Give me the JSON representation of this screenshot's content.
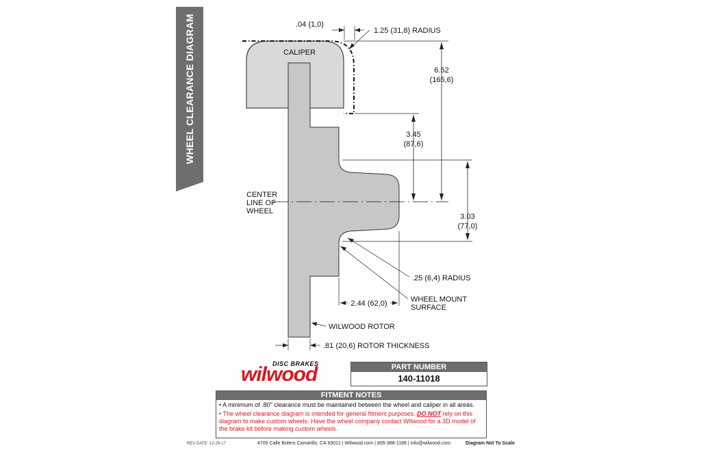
{
  "sidebar": {
    "title": "WHEEL CLEARANCE DIAGRAM"
  },
  "diagram": {
    "caliper_label": "CALIPER",
    "offset_label": ".04 (1,0)",
    "top_radius_label": "1.25 (31,8) RADIUS",
    "dim_total": {
      "in": "6.52",
      "mm": "(165,6)"
    },
    "dim_upper": {
      "in": "3.45",
      "mm": "(87,6)"
    },
    "dim_lower": {
      "in": "3.03",
      "mm": "(77,0)"
    },
    "centerline_label": [
      "CENTER",
      "LINE OF",
      "WHEEL"
    ],
    "small_radius_label": ".25 (6,4) RADIUS",
    "mount_width_label": "2.44 (62,0)",
    "mount_surface_label": [
      "WHEEL MOUNT",
      "SURFACE"
    ],
    "rotor_label": "WILWOOD ROTOR",
    "rotor_thickness_label": ".81 (20,6) ROTOR THICKNESS"
  },
  "logo": {
    "sub": "DISC BRAKES",
    "main": "wilwood"
  },
  "part": {
    "header": "PART NUMBER",
    "number": "140-11018"
  },
  "notes": {
    "header": "FITMENT NOTES",
    "note1": "• A minimum of .80\" clearance must be maintained between the wheel and caliper in all areas.",
    "note2_pre": "• The wheel clearance diagram is intended for general fitment purposes. ",
    "note2_emph": "DO NOT",
    "note2_post": " rely on this diagram to make custom wheels. Have the wheel company contact Wilwood for a 3D model of the brake kit before making custom wheels."
  },
  "footer": {
    "rev": "REV DATE: 12-29-17",
    "address": "4700 Calle Bolero Camarillo, CA 93012 | Wilwood.com | 805-388-1188 | info@wilwood.com",
    "scale": "Diagram Not To Scale"
  },
  "colors": {
    "brand_red": "#d71920",
    "panel_gray": "#6e6e6e",
    "part_fill": "#d9d9d9"
  }
}
